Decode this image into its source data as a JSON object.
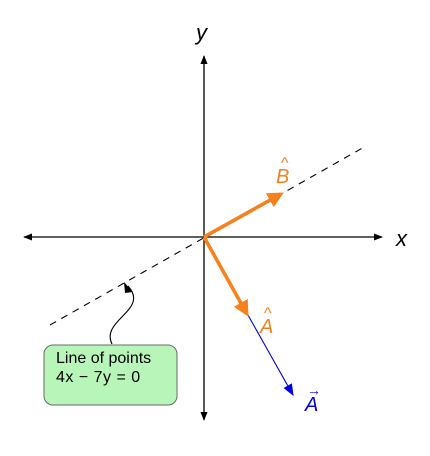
{
  "axes": {
    "x_label": "x",
    "y_label": "y"
  },
  "vectors": {
    "b_hat": {
      "symbol": "B",
      "accent": "^",
      "color": "#f5821f"
    },
    "a_hat": {
      "symbol": "A",
      "accent": "^",
      "color": "#f5821f"
    },
    "a_vec": {
      "symbol": "A",
      "accent": "→",
      "color": "#0000e0"
    }
  },
  "callout": {
    "title": "Line of points",
    "equation": "4x − 7y = 0",
    "fill": "#b8f5b8",
    "border": "#6a6a6a"
  },
  "colors": {
    "axis": "#000000",
    "line": "#000000"
  }
}
